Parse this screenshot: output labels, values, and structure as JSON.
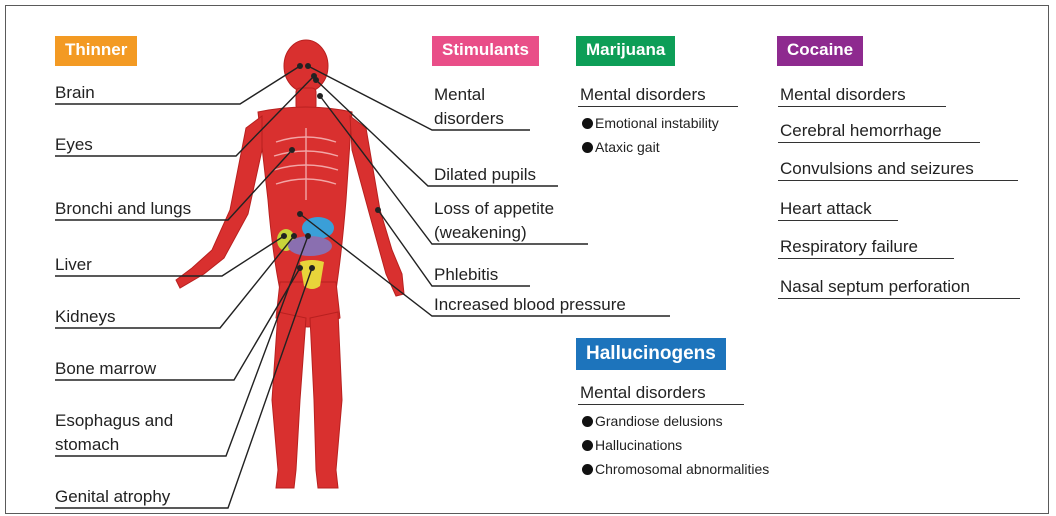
{
  "colors": {
    "thinner": "#f39a23",
    "stimulants": "#e94e88",
    "marijuana": "#0d9e57",
    "cocaine": "#8e2a8f",
    "hallucinogens": "#1d74bc",
    "body": "#d9302f"
  },
  "thinner": {
    "title": "Thinner",
    "items": [
      "Brain",
      "Eyes",
      "Bronchi and lungs",
      "Liver",
      "Kidneys",
      "Bone marrow",
      "Esophagus and",
      "stomach",
      "Genital atrophy"
    ]
  },
  "stimulants": {
    "title": "Stimulants",
    "items": [
      "Mental",
      "disorders",
      "Dilated pupils",
      "Loss of appetite",
      "(weakening)",
      "Phlebitis",
      "Increased blood pressure"
    ]
  },
  "marijuana": {
    "title": "Marijuana",
    "heading": "Mental disorders",
    "bullets": [
      "Emotional instability",
      "Ataxic gait"
    ]
  },
  "cocaine": {
    "title": "Cocaine",
    "items": [
      "Mental disorders",
      "Cerebral hemorrhage",
      "Convulsions and seizures",
      "Heart attack",
      "Respiratory failure",
      "Nasal septum perforation"
    ]
  },
  "hallucinogens": {
    "title": "Hallucinogens",
    "heading": "Mental disorders",
    "bullets": [
      "Grandiose delusions",
      "Hallucinations",
      "Chromosomal abnormalities"
    ]
  }
}
